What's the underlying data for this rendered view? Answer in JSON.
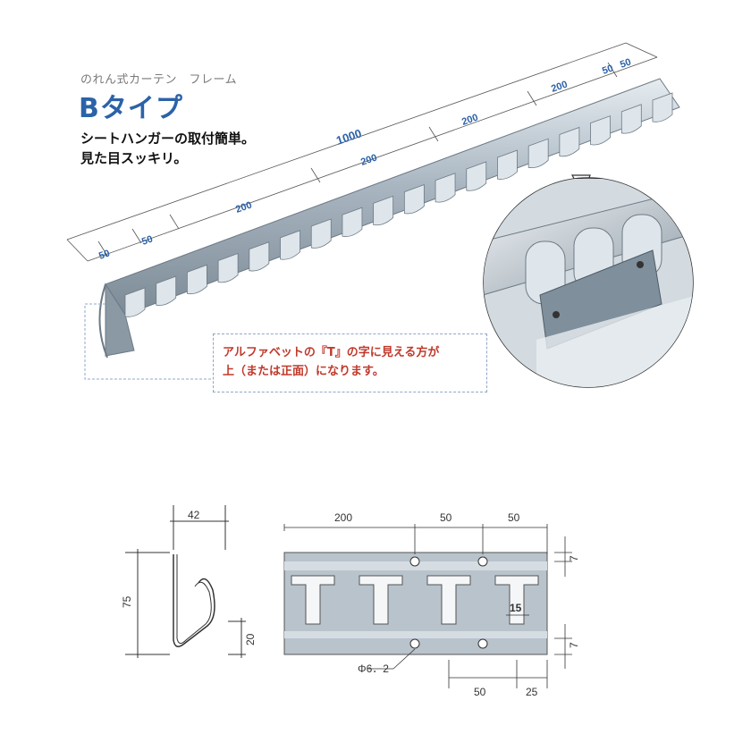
{
  "header": {
    "subtitle": "のれん式カーテン　フレーム",
    "title": "Bタイプ",
    "desc_line1": "シートハンガーの取付簡単。",
    "desc_line2": "見た目スッキリ。"
  },
  "note": {
    "line1": "アルファベットの『T』の字に見える方が",
    "line2": "上（または正面）になります。"
  },
  "photo_dims": {
    "total": "1000",
    "seg_50a": "50",
    "seg_50b": "50",
    "seg_200a": "200",
    "seg_200b": "200",
    "seg_200c": "200",
    "seg_200d": "200",
    "seg_50c": "50",
    "seg_50d": "50"
  },
  "drawing_dims": {
    "profile_width": "42",
    "profile_height": "75",
    "profile_lower": "20",
    "pitch_200": "200",
    "pitch_50a": "50",
    "pitch_50b": "50",
    "edge_top": "7",
    "edge_bottom": "7",
    "slot_width": "15",
    "hole_dia": "Φ6．2",
    "bottom_50": "50",
    "bottom_25": "25"
  },
  "colors": {
    "title": "#2b62a8",
    "note_text": "#c0392b",
    "metal": "#b9c3cc"
  }
}
